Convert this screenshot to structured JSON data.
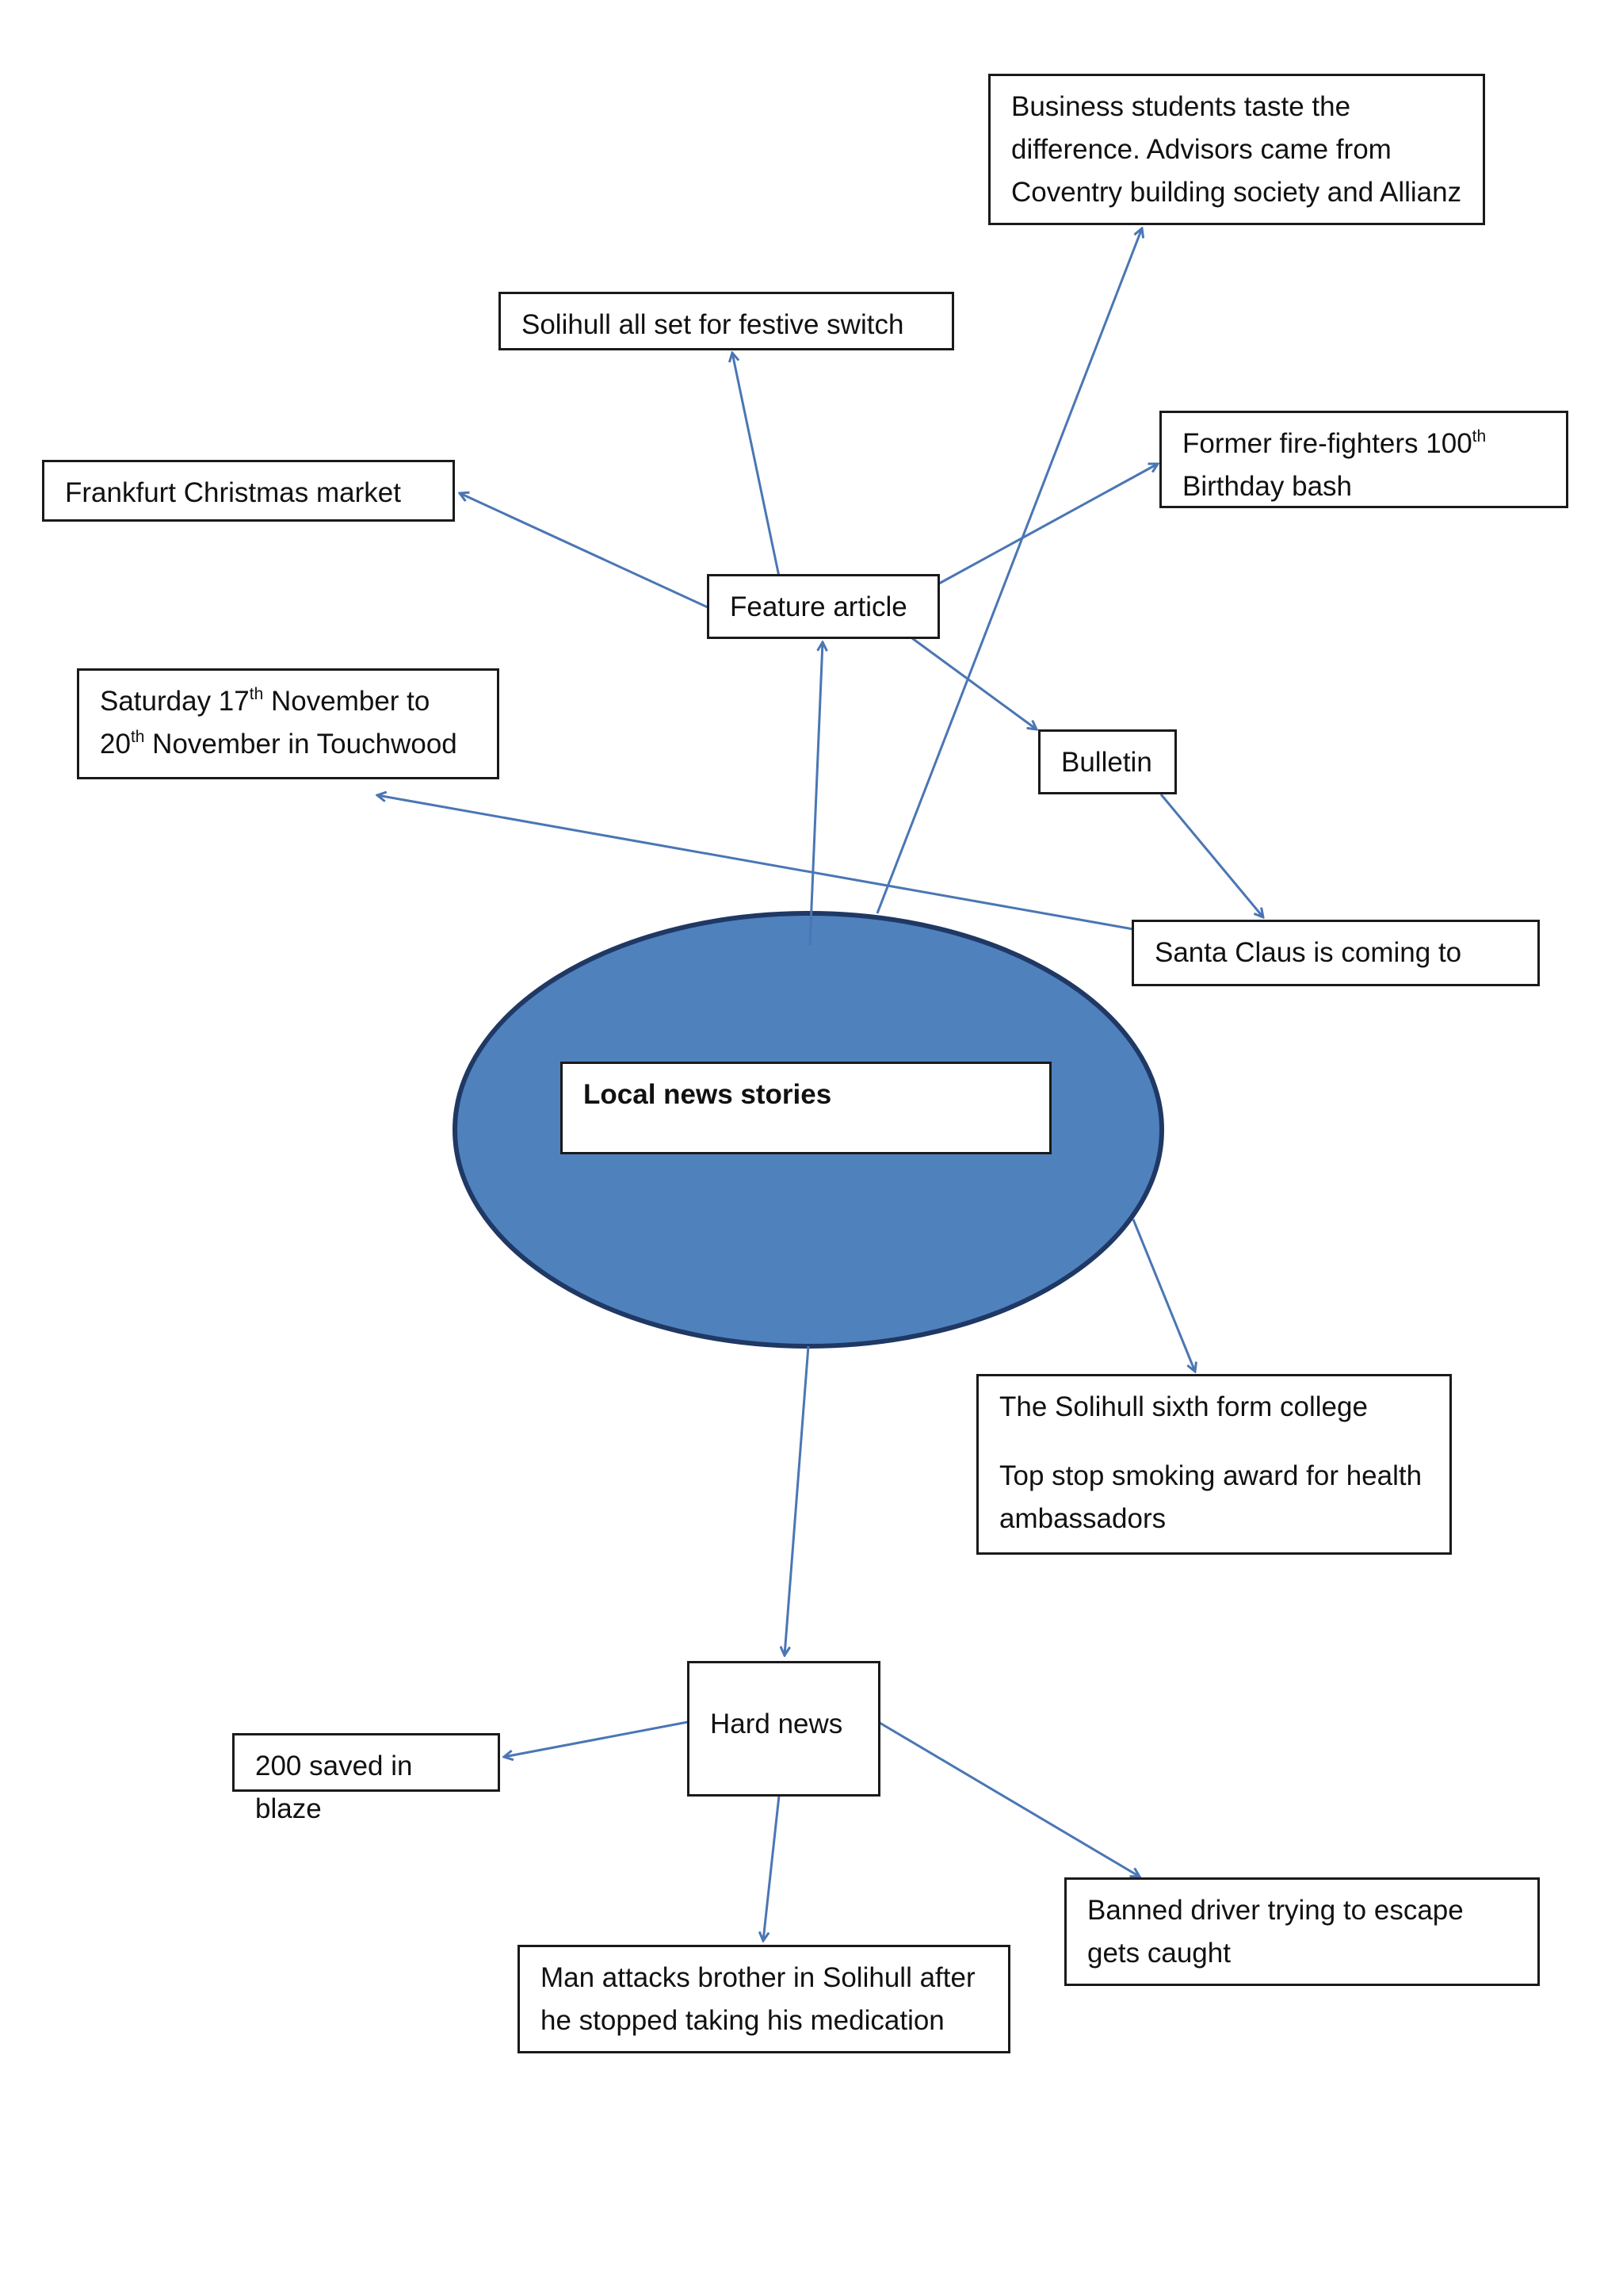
{
  "diagram": {
    "center": {
      "label": "Local news stories",
      "fill": "#4f81bd",
      "stroke": "#1f3864"
    },
    "arrow_color": "#4a76b4",
    "feature": {
      "label": "Feature article",
      "business": "Business students taste the difference. Advisors came from Coventry building society and Allianz",
      "festive_switch": "Solihull all set for festive switch",
      "frankfurt": "Frankfurt Christmas market",
      "firefighter": {
        "part1": "Former fire-fighters 100",
        "sup": "th",
        "part2": " Birthday bash"
      }
    },
    "bulletin": {
      "label": "Bulletin",
      "santa": "Santa Claus is coming to"
    },
    "saturday": {
      "part1": "Saturday 17",
      "sup1": "th",
      "part2": " November to ",
      "part3": "20",
      "sup2": "th",
      "part4": " November in Touchwood"
    },
    "sixth_form": {
      "line1": "The Solihull sixth form college",
      "line2": "Top stop smoking award for health ambassadors"
    },
    "hard_news": {
      "label": "Hard news",
      "blaze": "200 saved in blaze",
      "medication": "Man attacks brother in Solihull after he stopped taking his medication",
      "banned_driver": "Banned driver trying to escape gets caught"
    }
  }
}
